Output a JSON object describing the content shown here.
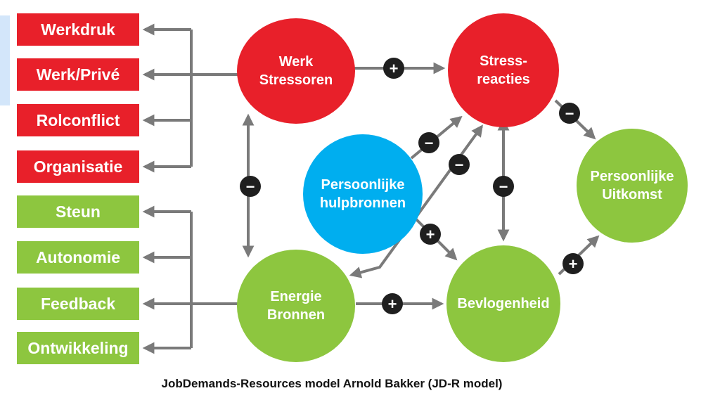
{
  "colors": {
    "demand": "#e8202a",
    "resource": "#8dc63f",
    "personal": "#00aeef",
    "arrow": "#7a7a7a",
    "sign": "#1f1f1f"
  },
  "demands": [
    "Werkdruk",
    "Werk/Privé",
    "Rolconflict",
    "Organisatie"
  ],
  "resources": [
    "Steun",
    "Autonomie",
    "Feedback",
    "Ontwikkeling"
  ],
  "nodes": {
    "werk_stressoren": [
      "Werk",
      "Stressoren"
    ],
    "stressreacties": [
      "Stress-",
      "reacties"
    ],
    "persoonlijke_hulpbronnen": [
      "Persoonlijke",
      "hulpbronnen"
    ],
    "persoonlijke_uitkomst": [
      "Persoonlijke",
      "Uitkomst"
    ],
    "energie_bronnen": [
      "Energie",
      "Bronnen"
    ],
    "bevlogenheid": [
      "Bevlogenheid"
    ]
  },
  "signs": {
    "stressoren_to_stress": "+",
    "stressoren_energie": "−",
    "hulpbronnen_to_stress": "−",
    "energie_to_stress": "−",
    "stress_bevlogenheid": "−",
    "stress_to_uitkomst": "−",
    "hulpbronnen_to_bevlogenheid": "+",
    "energie_to_bevlogenheid": "+",
    "bevlogenheid_to_uitkomst": "+"
  },
  "caption": "JobDemands-Resources model Arnold Bakker (JD-R model)"
}
